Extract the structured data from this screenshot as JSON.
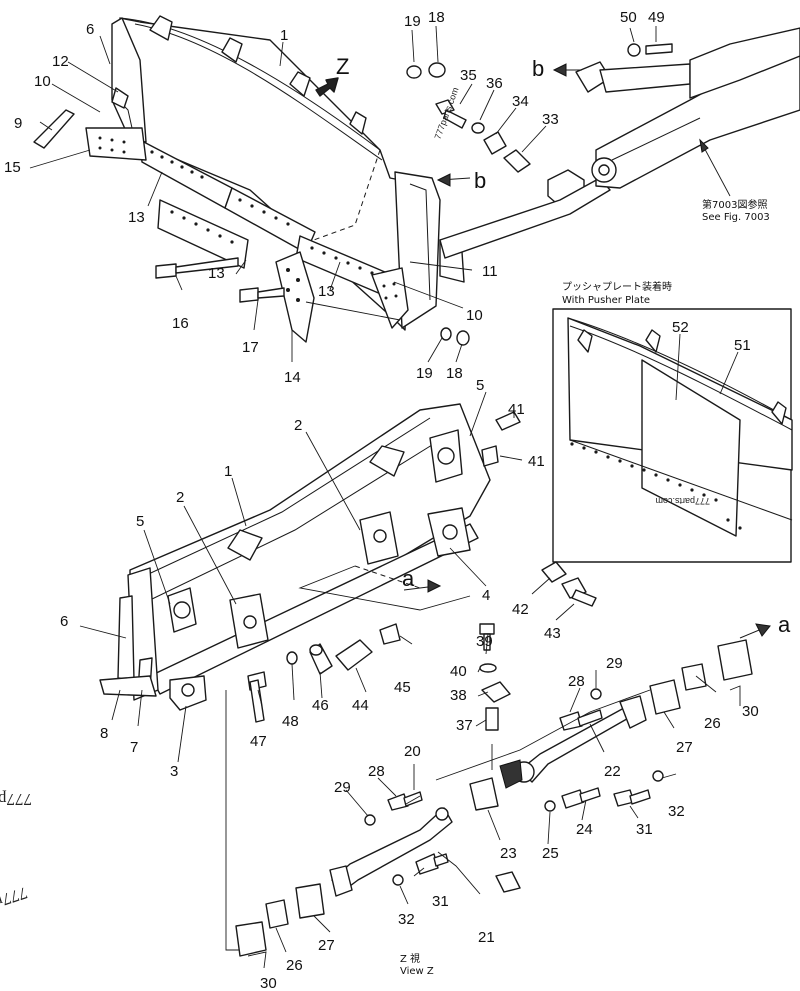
{
  "watermark": "777parts.com",
  "view_letters": {
    "z": "Z",
    "b": "b",
    "a": "a"
  },
  "see_fig_jp": "第7003図参照",
  "see_fig_en": "See Fig. 7003",
  "pusher_plate_jp": "プッシャプレート装着時",
  "pusher_plate_en": "With Pusher Plate",
  "view_z_jp": "Z 視",
  "view_z_en": "View Z",
  "callouts": {
    "c1a": "1",
    "c1b": "1",
    "c2a": "2",
    "c2b": "2",
    "c3": "3",
    "c4": "4",
    "c5a": "5",
    "c5b": "5",
    "c6a": "6",
    "c6b": "6",
    "c7": "7",
    "c8": "8",
    "c9": "9",
    "c10a": "10",
    "c10b": "10",
    "c11": "11",
    "c12": "12",
    "c13a": "13",
    "c13b": "13",
    "c13c": "13",
    "c14": "14",
    "c15": "15",
    "c16": "16",
    "c17": "17",
    "c18a": "18",
    "c18b": "18",
    "c19a": "19",
    "c19b": "19",
    "c20": "20",
    "c21": "21",
    "c22": "22",
    "c23": "23",
    "c24": "24",
    "c25": "25",
    "c26a": "26",
    "c26b": "26",
    "c27a": "27",
    "c27b": "27",
    "c28a": "28",
    "c28b": "28",
    "c29a": "29",
    "c29b": "29",
    "c30a": "30",
    "c30b": "30",
    "c31a": "31",
    "c31b": "31",
    "c32a": "32",
    "c32b": "32",
    "c33": "33",
    "c34": "34",
    "c35": "35",
    "c36": "36",
    "c37": "37",
    "c38": "38",
    "c39": "39",
    "c40": "40",
    "c41a": "41",
    "c41b": "41",
    "c42": "42",
    "c43": "43",
    "c44": "44",
    "c45": "45",
    "c46": "46",
    "c47": "47",
    "c48": "48",
    "c49": "49",
    "c50": "50",
    "c51": "51",
    "c52": "52"
  }
}
